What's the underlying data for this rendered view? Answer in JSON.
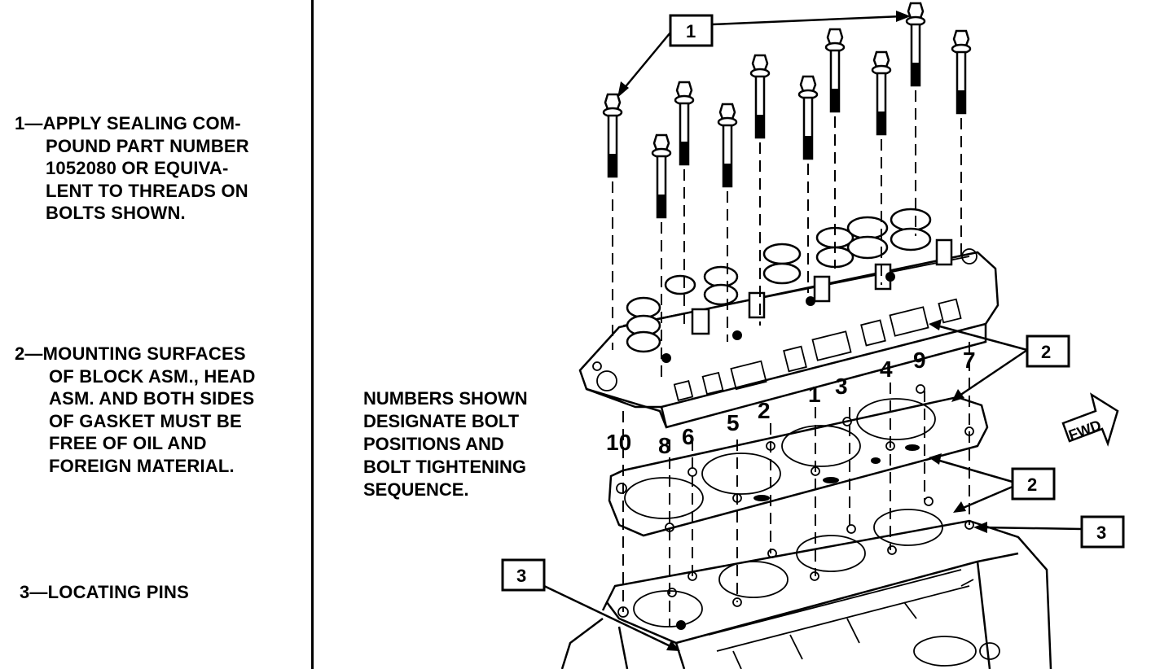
{
  "legend": [
    {
      "number": "1",
      "lines": [
        "1—APPLY SEALING COM-",
        "POUND PART NUMBER",
        "1052080 OR EQUIVA-",
        "LENT TO THREADS ON",
        "BOLTS SHOWN."
      ]
    },
    {
      "number": "2",
      "lines": [
        "2—MOUNTING SURFACES",
        "OF BLOCK ASM., HEAD",
        "ASM. AND BOTH SIDES",
        "OF GASKET MUST BE",
        "FREE OF OIL AND",
        "FOREIGN MATERIAL."
      ]
    },
    {
      "number": "3",
      "lines": [
        "3—LOCATING PINS"
      ]
    }
  ],
  "note": {
    "lines": [
      "NUMBERS SHOWN",
      "DESIGNATE BOLT",
      "POSITIONS AND",
      "BOLT TIGHTENING",
      "SEQUENCE."
    ]
  },
  "callouts": [
    "1",
    "2",
    "2",
    "3",
    "3"
  ],
  "bolt_sequence": [
    "10",
    "8",
    "6",
    "5",
    "2",
    "1",
    "3",
    "4",
    "9",
    "7"
  ],
  "direction_label": "FWD"
}
